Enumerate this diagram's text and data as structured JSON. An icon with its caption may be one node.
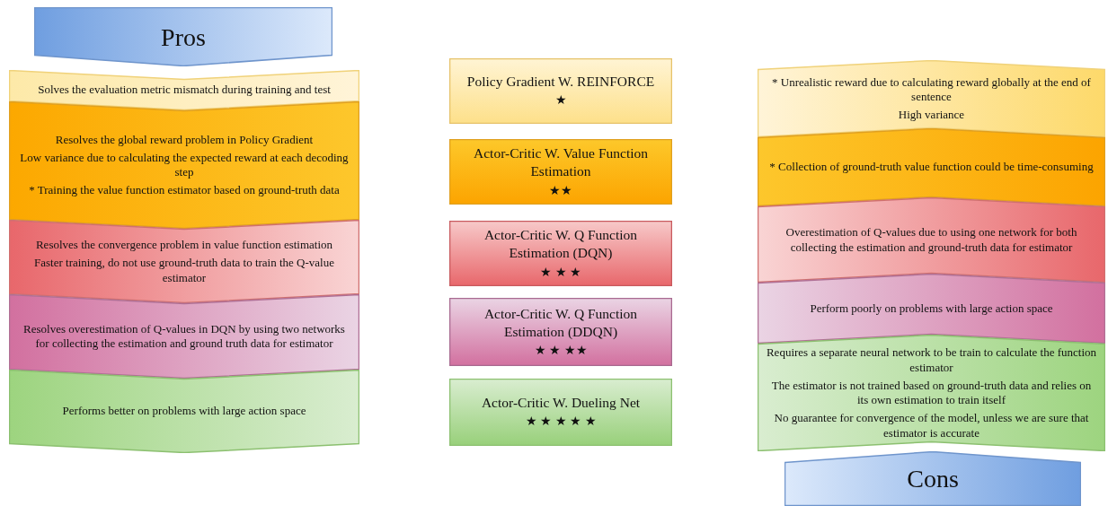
{
  "diagram": {
    "nodes": [
      {
        "text": [
          "Pros"
        ]
      },
      {
        "text": [
          "Solves the evaluation metric mismatch during training and test"
        ]
      },
      {
        "text": [
          "Resolves the global reward problem in Policy Gradient",
          "Low variance due to calculating the expected reward at each decoding step",
          "* Training the value function estimator based on ground-truth data"
        ]
      },
      {
        "text": [
          "Resolves the convergence problem in value function estimation",
          "Faster training, do not use ground-truth data to train the Q-value estimator"
        ]
      },
      {
        "text": [
          "Resolves overestimation of Q-values in DQN by using two networks for collecting the estimation and ground truth data for estimator"
        ]
      },
      {
        "text": [
          "Performs better on problems with large action space"
        ]
      },
      {
        "text": [
          "Policy Gradient W. REINFORCE",
          "★"
        ]
      },
      {
        "text": [
          "Actor-Critic W. Value Function Estimation",
          "★★"
        ]
      },
      {
        "text": [
          "Actor-Critic W. Q Function Estimation (DQN)",
          "★ ★ ★"
        ]
      },
      {
        "text": [
          "Actor-Critic W. Q Function Estimation (DDQN)",
          "★ ★ ★★"
        ]
      },
      {
        "text": [
          "Actor-Critic W. Dueling Net",
          "★ ★ ★ ★ ★"
        ]
      },
      {
        "text": [
          "* Unrealistic reward due to calculating reward globally at the end of sentence",
          "High variance"
        ]
      },
      {
        "text": [
          "* Collection of ground-truth value function could be time-consuming"
        ]
      },
      {
        "text": [
          "Overestimation of Q-values due to using one network for both collecting the estimation and ground-truth data for estimator"
        ]
      },
      {
        "text": [
          "Perform poorly on problems with large action space"
        ]
      },
      {
        "text": [
          "Requires a separate neural network to be train to calculate the function estimator",
          "The estimator is not trained based on ground-truth data and relies on its own estimation to train itself",
          "No guarantee for convergence of the model, unless we are sure that estimator is accurate"
        ]
      },
      {
        "text": [
          "Cons"
        ]
      }
    ],
    "edges": []
  }
}
